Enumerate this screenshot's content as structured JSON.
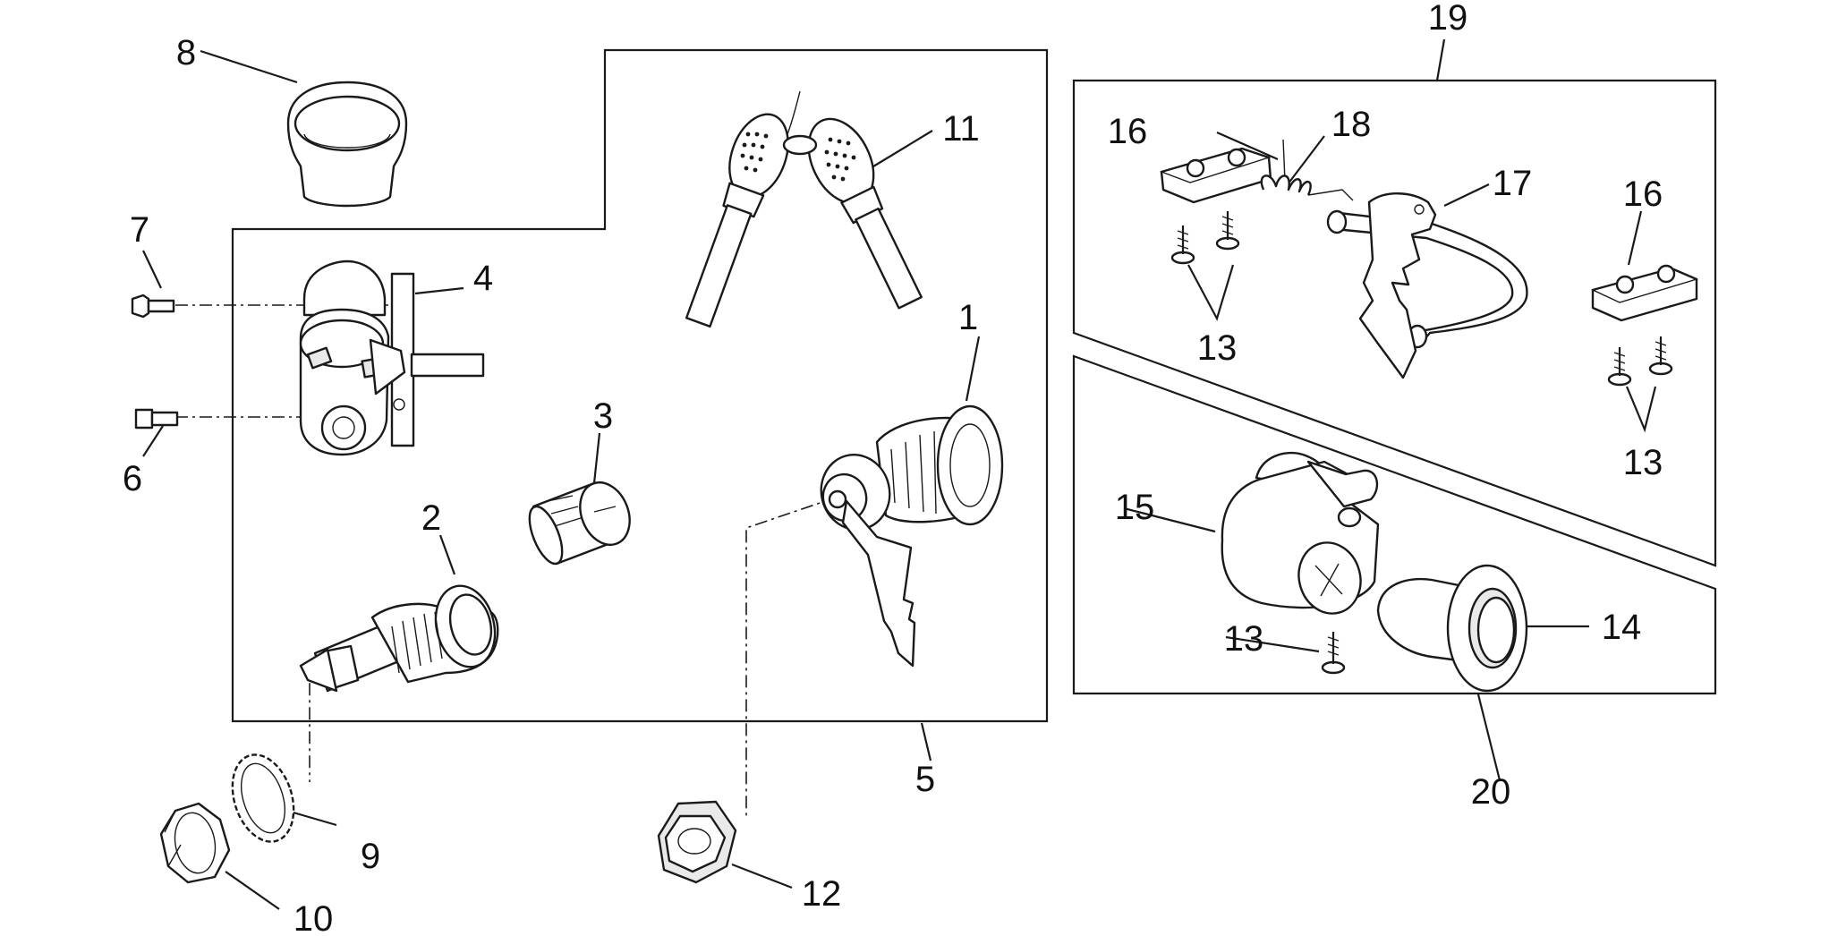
{
  "labels": {
    "c1": "1",
    "c2": "2",
    "c3": "3",
    "c4": "4",
    "c5": "5",
    "c6": "6",
    "c7": "7",
    "c8": "8",
    "c9": "9",
    "c10": "10",
    "c11": "11",
    "c12": "12",
    "c13a": "13",
    "c13b": "13",
    "c13c": "13",
    "c14": "14",
    "c15": "15",
    "c16a": "16",
    "c16b": "16",
    "c17": "17",
    "c18": "18",
    "c19": "19",
    "c20": "20"
  },
  "colors": {
    "line": "#1a1a1a",
    "background": "#ffffff",
    "part_fill": "#e9e9e9"
  }
}
